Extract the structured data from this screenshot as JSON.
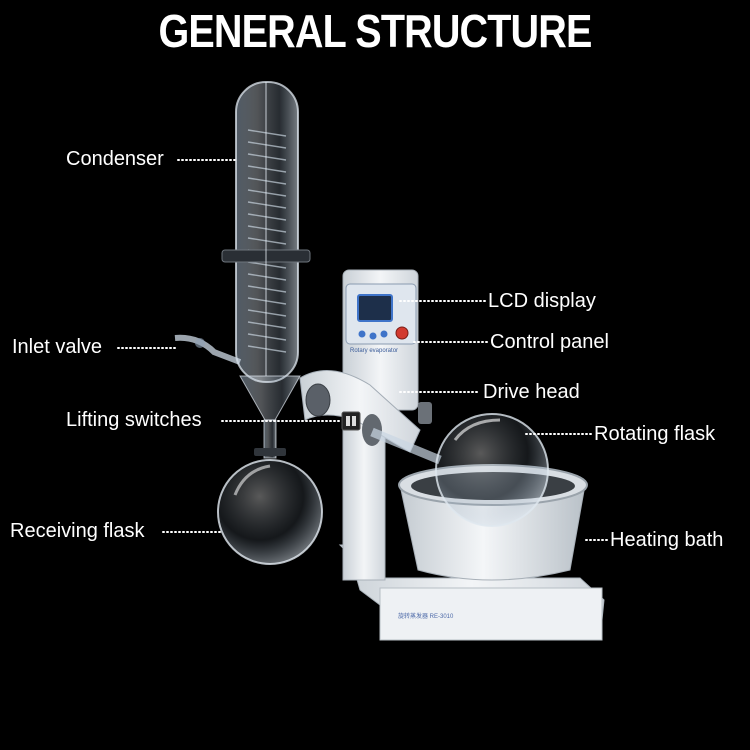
{
  "title": "GENERAL STRUCTURE",
  "labels": {
    "condenser": "Condenser",
    "lcd_display": "LCD display",
    "inlet_valve": "Inlet valve",
    "control_panel": "Control panel",
    "drive_head": "Drive head",
    "lifting_switches": "Lifting switches",
    "rotating_flask": "Rotating flask",
    "receiving_flask": "Receiving flask",
    "heating_bath": "Heating bath"
  },
  "device_text": {
    "panel_caption": "Rotary evaporator",
    "base_caption": "旋转蒸发器 RE-3010"
  },
  "colors": {
    "background": "#000000",
    "text": "#ffffff",
    "body": "#e9edf0",
    "panel_blue": "#3f74c9",
    "lcd": "#1d2f4a",
    "knob_red": "#d23a2f",
    "glass": "#c9d6e3"
  }
}
